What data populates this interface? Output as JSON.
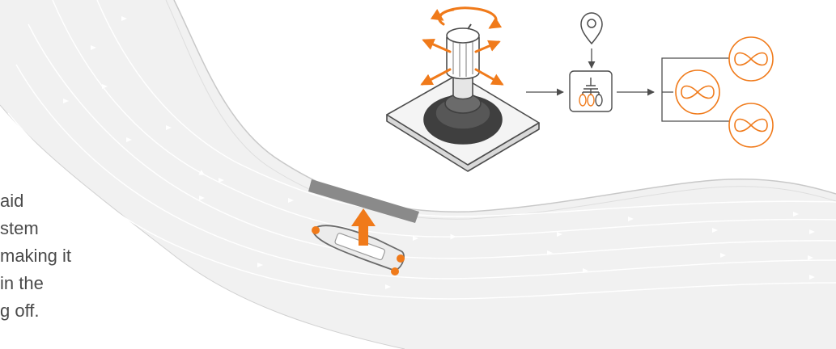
{
  "caption": {
    "lines": [
      "aid",
      "stem",
      "making it",
      "in the",
      "g off."
    ]
  },
  "colors": {
    "accent": "#f07a1a",
    "water": "#f1f1f1",
    "bank_line": "#c4c4c4",
    "flow": "#ffffff",
    "icon_stroke": "#4d4d4d",
    "pier": "#8a8a8a"
  },
  "icons": {
    "joystick": "joystick-icon",
    "location_pin": "location-pin-icon",
    "controller": "thruster-controller-icon",
    "thruster": "propeller-infinity-icon",
    "vessel": "boat-icon",
    "pier": "pier-icon"
  }
}
